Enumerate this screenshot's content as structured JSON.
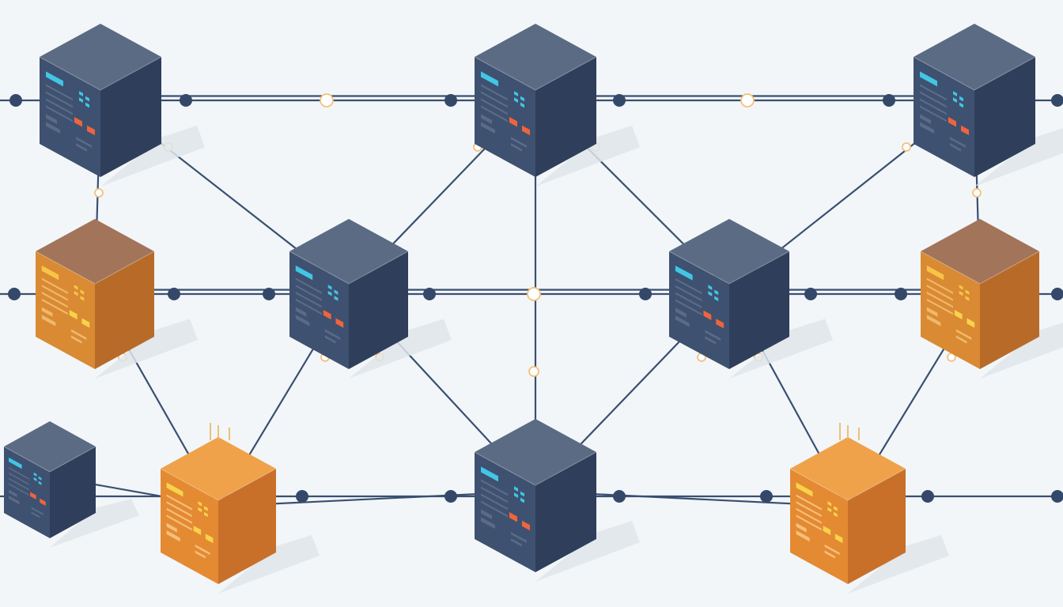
{
  "colors": {
    "background": "#f2f6f9",
    "link": "#3a4f70",
    "dot": "#34496a",
    "junction_fill": "#ffffff",
    "junction_ring": "#f1c27d",
    "shadow": "#dfe5ea",
    "server_dark": {
      "top": "#5b6b84",
      "left": "#3f5170",
      "right": "#2f3e5a",
      "accent": "#41c6e6",
      "led": "#f0643c",
      "line": "#5a6b87"
    },
    "server_amber": {
      "top": "#a2745a",
      "left": "#d98a33",
      "right": "#b86b28",
      "accent": "#f7c447",
      "led": "#f7d34a",
      "line": "#f0b86a"
    },
    "server_orange": {
      "top": "#f0a24a",
      "left": "#e48a33",
      "right": "#c8702a",
      "accent": "#f7d34a",
      "led": "#f7d34a",
      "line": "#f6c07a"
    }
  },
  "nodes": [
    {
      "id": "n1",
      "variant": "server_dark"
    },
    {
      "id": "n2",
      "variant": "server_dark"
    },
    {
      "id": "n3",
      "variant": "server_dark"
    },
    {
      "id": "n4",
      "variant": "server_amber"
    },
    {
      "id": "n5",
      "variant": "server_dark"
    },
    {
      "id": "n6",
      "variant": "server_dark"
    },
    {
      "id": "n7",
      "variant": "server_amber"
    },
    {
      "id": "n8",
      "variant": "server_dark"
    },
    {
      "id": "n9",
      "variant": "server_orange"
    },
    {
      "id": "n10",
      "variant": "server_dark"
    },
    {
      "id": "n11",
      "variant": "server_orange"
    }
  ],
  "links": [
    {
      "from": "n1",
      "to": "n2"
    },
    {
      "from": "n2",
      "to": "n3"
    },
    {
      "from": "n1",
      "to": "n4"
    },
    {
      "from": "n3",
      "to": "n7"
    },
    {
      "from": "n1",
      "to": "n5"
    },
    {
      "from": "n2",
      "to": "n5"
    },
    {
      "from": "n2",
      "to": "n6"
    },
    {
      "from": "n3",
      "to": "n6"
    },
    {
      "from": "n4",
      "to": "n5"
    },
    {
      "from": "n5",
      "to": "n6"
    },
    {
      "from": "n6",
      "to": "n7"
    },
    {
      "from": "n2",
      "to": "n10"
    },
    {
      "from": "n4",
      "to": "n9"
    },
    {
      "from": "n5",
      "to": "n9"
    },
    {
      "from": "n5",
      "to": "n10"
    },
    {
      "from": "n6",
      "to": "n10"
    },
    {
      "from": "n6",
      "to": "n11"
    },
    {
      "from": "n7",
      "to": "n11"
    },
    {
      "from": "n8",
      "to": "n9"
    },
    {
      "from": "n9",
      "to": "n10"
    },
    {
      "from": "n10",
      "to": "n11"
    }
  ]
}
